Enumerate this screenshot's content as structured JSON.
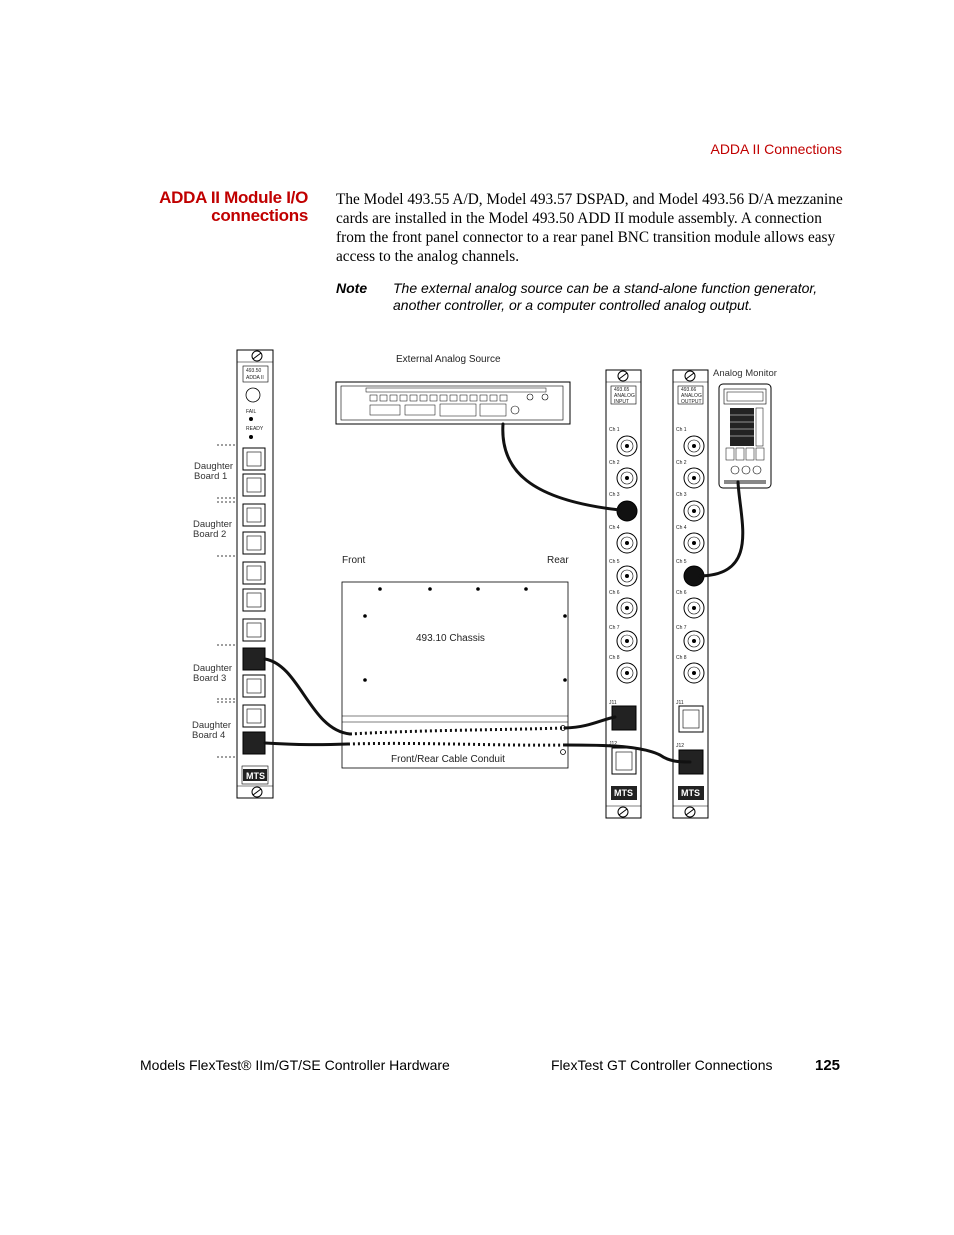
{
  "header": {
    "running_head": "ADDA II Connections"
  },
  "section": {
    "title_line1": "ADDA II Module I/O",
    "title_line2": "connections",
    "body": "The Model 493.55 A/D, Model 493.57 DSPAD, and Model 493.56 D/A mezzanine cards are installed in the Model 493.50 ADD II module assembly. A connection from the front panel connector to a rear panel BNC transition module allows easy access to the analog channels."
  },
  "note": {
    "label": "Note",
    "text": "The external analog source can be a stand-alone function generator, another controller, or a computer controlled analog output."
  },
  "figure": {
    "external_source_label": "External Analog Source",
    "analog_monitor_label": "Analog Monitor",
    "front_label": "Front",
    "rear_label": "Rear",
    "chassis_label": "493.10 Chassis",
    "conduit_label": "Front/Rear Cable Conduit",
    "daughter_boards": [
      {
        "line1": "Daughter",
        "line2": "Board 1"
      },
      {
        "line1": "Daughter",
        "line2": "Board 2"
      },
      {
        "line1": "Daughter",
        "line2": "Board 3"
      },
      {
        "line1": "Daughter",
        "line2": "Board 4"
      }
    ],
    "adda_module": {
      "model": "493.50",
      "name": "ADDA II",
      "fail": "FAIL",
      "ready": "READY",
      "logo": "MTS"
    },
    "input_module": {
      "model": "493.65",
      "line2": "ANALOG",
      "line3": "INPUT",
      "logo": "MTS"
    },
    "output_module": {
      "model": "493.66",
      "line2": "ANALOG",
      "line3": "OUTPUT",
      "logo": "MTS"
    },
    "channels": [
      "Ch 1",
      "Ch 2",
      "Ch 3",
      "Ch 4",
      "Ch 5",
      "Ch 6",
      "Ch 7",
      "Ch 8"
    ],
    "jacks": [
      "J11",
      "J12"
    ]
  },
  "footer": {
    "left": "Models FlexTest® IIm/GT/SE Controller Hardware",
    "right": "FlexTest GT Controller Connections",
    "page_number": "125"
  }
}
